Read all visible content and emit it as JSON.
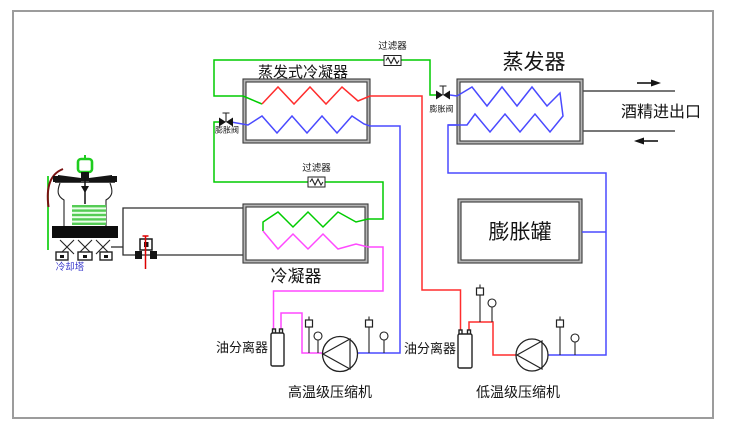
{
  "diagram": {
    "labels": {
      "evaporative_condenser": "蒸发式冷凝器",
      "evaporator": "蒸发器",
      "condenser": "冷凝器",
      "expansion_tank": "膨胀罐",
      "filter_top": "过滤器",
      "filter_mid": "过滤器",
      "expansion_valve_left": "膨胀阀",
      "expansion_valve_right": "膨胀阀",
      "cooling_tower": "冷却塔",
      "oil_separator_ht": "油分离器",
      "oil_separator_lt": "油分离器",
      "compressor_ht": "高温级压缩机",
      "compressor_lt": "低温级压缩机",
      "alcohol_io": "酒精进出口"
    },
    "colors": {
      "green": "#00cc00",
      "red": "#ff2d2d",
      "blue": "#4a4aff",
      "magenta": "#ff49ff",
      "dark_red": "#7a1212",
      "pump_red": "#dd0000",
      "water_line": "#2e2e2e",
      "frame_gray": "#9c9c9c",
      "box_edge": "#3a3a3a",
      "box_band": "#b5b5b5",
      "tower_label_blue": "#3a3acc",
      "text": "#141414"
    }
  }
}
